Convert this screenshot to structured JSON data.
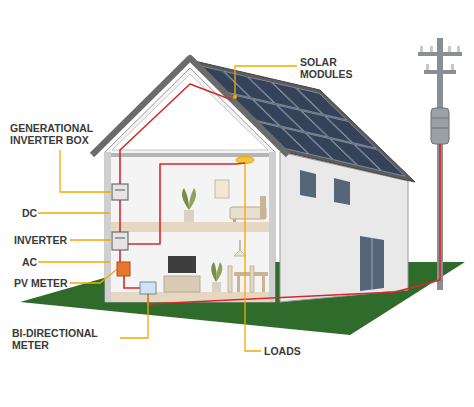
{
  "diagram": {
    "labels": [
      "SOLAR MODULES",
      "GENERATIONAL INVERTER BOX",
      "DC",
      "INVERTER",
      "AC",
      "PV METER",
      "BI-DIRECTIONAL METER",
      "LOADS"
    ]
  }
}
